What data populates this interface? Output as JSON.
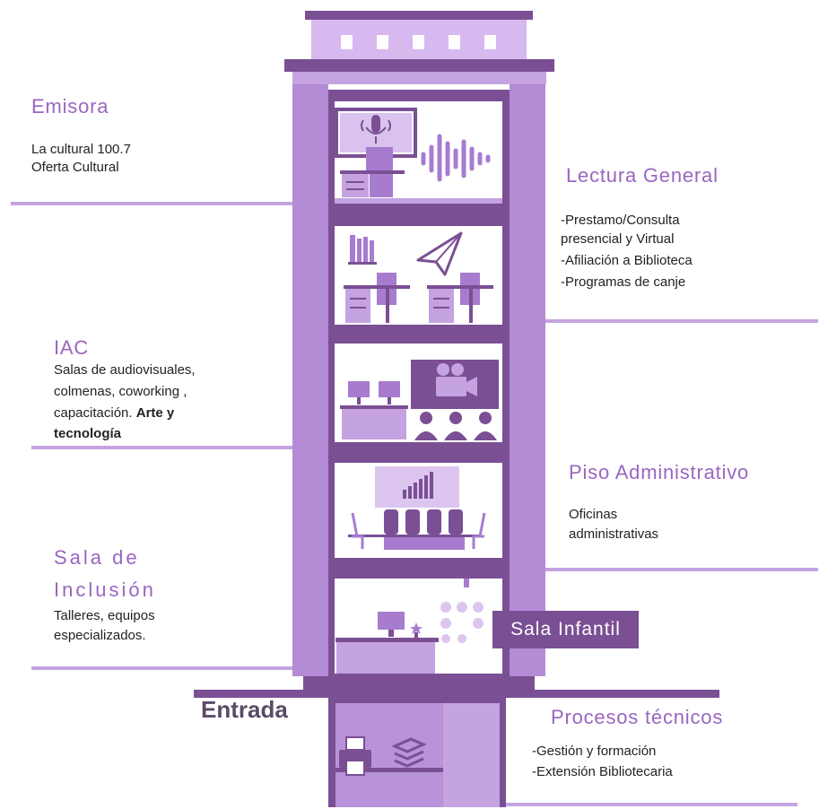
{
  "sections": {
    "emisora": {
      "title": "Emisora",
      "lines": [
        "La cultural 100.7",
        "Oferta Cultural"
      ]
    },
    "lectura": {
      "title": "Lectura General",
      "lines": [
        "-Prestamo/Consulta",
        "presencial y Virtual",
        "-Afiliación a Biblioteca",
        "-Programas de canje"
      ]
    },
    "iac": {
      "title": "IAC",
      "lines": [
        "Salas de audiovisuales,",
        "colmenas, coworking ,",
        "capacitación."
      ],
      "bold_1": "Arte y",
      "bold_2": "tecnología"
    },
    "administrativo": {
      "title": "Piso Administrativo",
      "lines": [
        "Oficinas",
        "administrativas"
      ]
    },
    "inclusion": {
      "title_1": "Sala de",
      "title_2": "Inclusión",
      "lines": [
        "Talleres, equipos",
        "especializados."
      ]
    },
    "infantil": {
      "title": "Sala Infantil"
    },
    "entrada": {
      "label": "Entrada"
    },
    "procesos": {
      "title": "Procesos técnicos",
      "lines": [
        "-Gestión y formación",
        "-Extensión Bibliotecaria"
      ]
    }
  },
  "colors": {
    "dark": "#7a4f94",
    "mid": "#a77ccf",
    "light": "#c4a3e0",
    "pale": "#dcc6ef",
    "accent_text": "#9a66c0"
  },
  "icons": [
    "microphone-icon",
    "sound-wave-icon",
    "books-icon",
    "paper-plane-icon",
    "projector-icon",
    "bar-chart-icon",
    "printer-icon",
    "star-icon"
  ]
}
